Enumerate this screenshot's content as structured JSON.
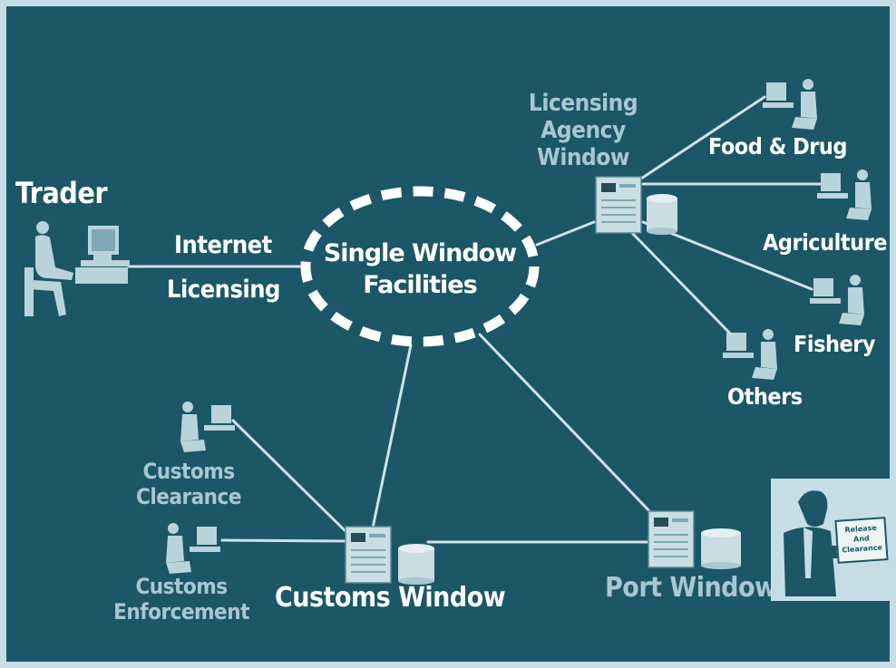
{
  "hub": {
    "line1": "Single Window",
    "line2": "Facilities"
  },
  "trader": {
    "title": "Trader",
    "link_label_top": "Internet",
    "link_label_bottom": "Licensing"
  },
  "licensing": {
    "title_line1": "Licensing",
    "title_line2": "Agency",
    "title_line3": "Window",
    "agencies": [
      "Food & Drug",
      "Agriculture",
      "Fishery",
      "Others"
    ]
  },
  "customs": {
    "title": "Customs Window",
    "clearance_line1": "Customs",
    "clearance_line2": "Clearance",
    "enforcement_line1": "Customs",
    "enforcement_line2": "Enforcement"
  },
  "port": {
    "title": "Port Window",
    "stamp_line1": "Release",
    "stamp_line2": "And",
    "stamp_line3": "Clearance"
  },
  "colors": {
    "background": "#1b5766",
    "frame": "#c6dde6",
    "text": "#ffffff",
    "muted_text": "#a9c7d0",
    "line": "#cfe2e8"
  }
}
